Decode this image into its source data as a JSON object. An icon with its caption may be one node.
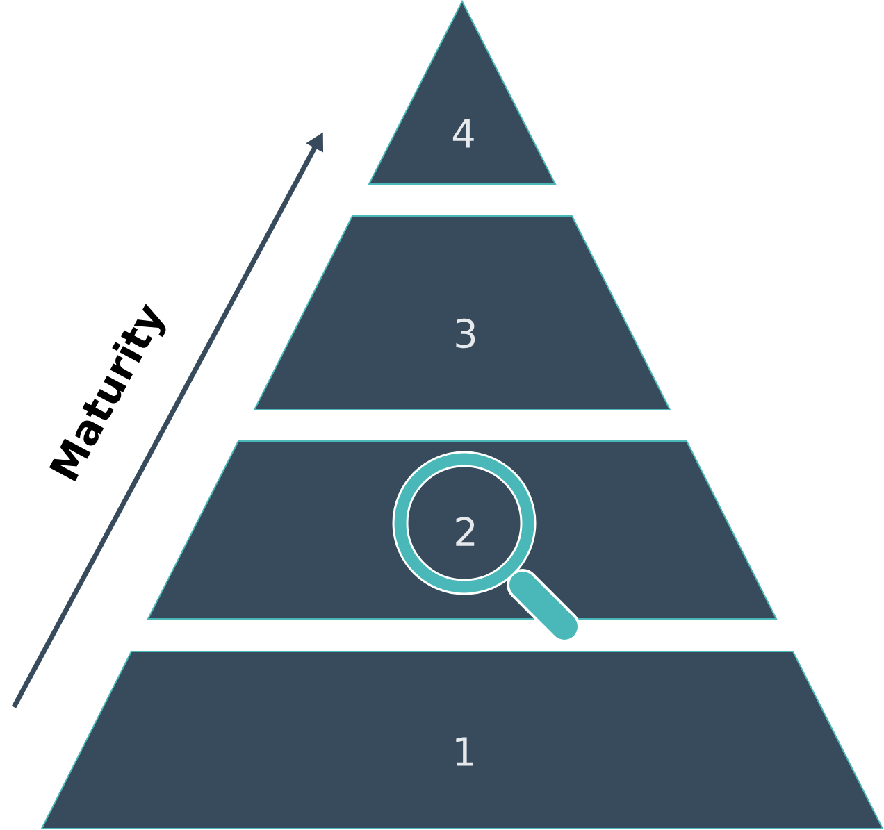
{
  "diagram": {
    "nodes": [
      {
        "text": [
          "4"
        ]
      },
      {
        "text": [
          "3"
        ]
      },
      {
        "text": [
          "2"
        ]
      },
      {
        "text": [
          "1"
        ]
      }
    ],
    "labels": [
      "Maturity"
    ]
  }
}
